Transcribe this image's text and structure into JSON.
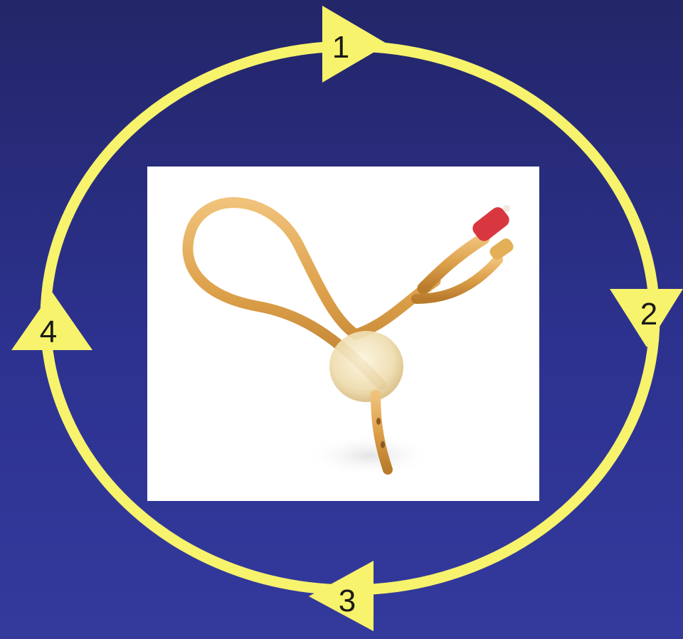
{
  "colors": {
    "background_top": "#232668",
    "background_bottom": "#333a9c",
    "cycle_ring": "#f7f36c",
    "arrowhead": "#f7f36c",
    "number_text": "#1a1a1a",
    "photo_background": "#ffffff",
    "catheter_tube": "#e0a54e",
    "catheter_tip": "#d8373f"
  },
  "cycle": {
    "steps": [
      {
        "label": "1",
        "direction": "right"
      },
      {
        "label": "2",
        "direction": "down"
      },
      {
        "label": "3",
        "direction": "left"
      },
      {
        "label": "4",
        "direction": "up"
      }
    ]
  },
  "center_image": {
    "subject": "foley-catheter",
    "description_icon": "catheter-photo"
  }
}
